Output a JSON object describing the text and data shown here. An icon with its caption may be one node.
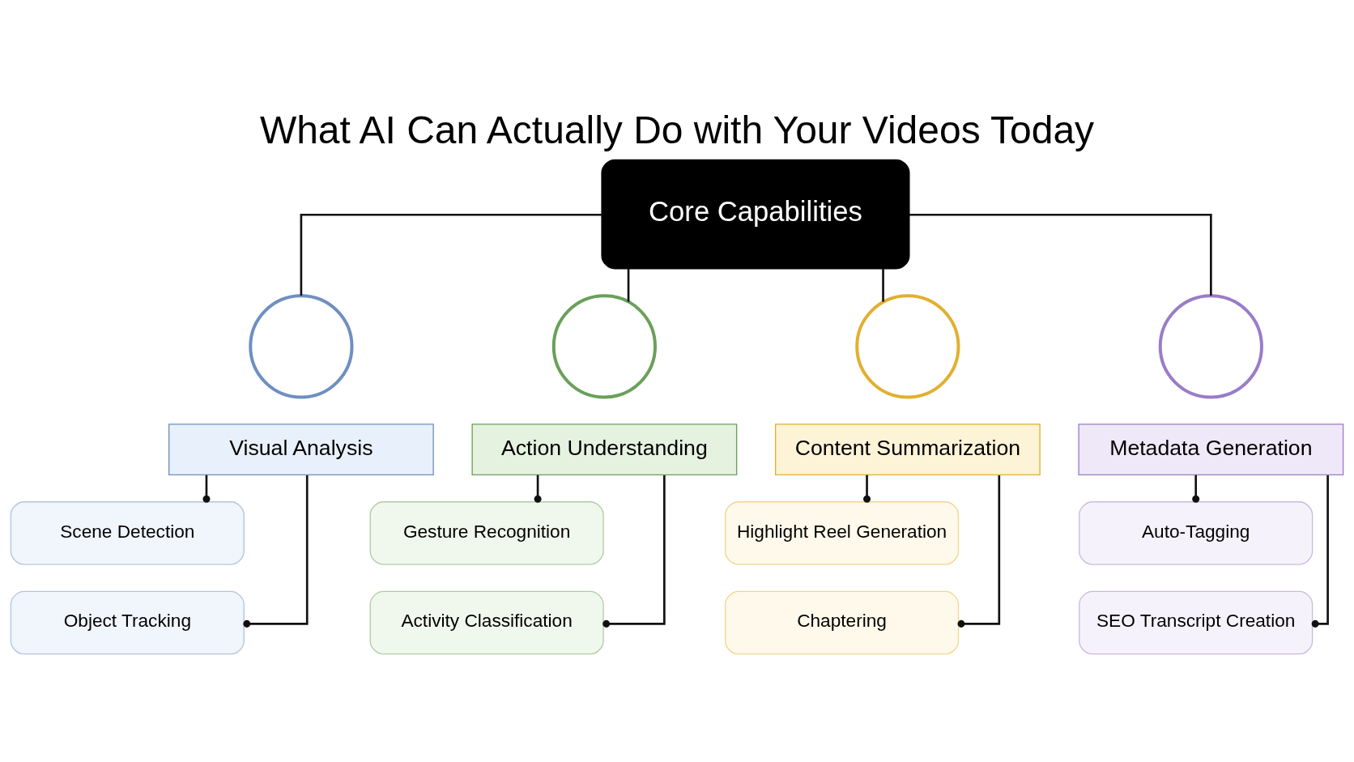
{
  "diagram": {
    "title": "What AI Can Actually Do with Your Videos Today",
    "nodes": [
      {
        "text": [
          "Core Capabilities"
        ]
      },
      {
        "text": [],
        "shape": "circle"
      },
      {
        "text": [
          "Visual Analysis"
        ]
      },
      {
        "text": [
          "Scene Detection"
        ]
      },
      {
        "text": [
          "Object Tracking"
        ]
      },
      {
        "text": [],
        "shape": "circle"
      },
      {
        "text": [
          "Action Understanding"
        ]
      },
      {
        "text": [
          "Gesture Recognition"
        ]
      },
      {
        "text": [
          "Activity Classification"
        ]
      },
      {
        "text": [],
        "shape": "circle"
      },
      {
        "text": [
          "Content Summarization"
        ]
      },
      {
        "text": [
          "Highlight Reel Generation"
        ]
      },
      {
        "text": [
          "Chaptering"
        ]
      },
      {
        "text": [],
        "shape": "circle"
      },
      {
        "text": [
          "Metadata Generation"
        ]
      },
      {
        "text": [
          "Auto-Tagging"
        ]
      },
      {
        "text": [
          "SEO Transcript Creation"
        ]
      }
    ],
    "edges": [
      {
        "from": 0,
        "to": 1,
        "arrow": "none"
      },
      {
        "from": 0,
        "to": 5,
        "arrow": "none"
      },
      {
        "from": 0,
        "to": 9,
        "arrow": "none"
      },
      {
        "from": 0,
        "to": 13,
        "arrow": "none"
      },
      {
        "from": 2,
        "to": 3,
        "arrow": "other"
      },
      {
        "from": 2,
        "to": 4,
        "arrow": "other"
      },
      {
        "from": 6,
        "to": 7,
        "arrow": "other"
      },
      {
        "from": 6,
        "to": 8,
        "arrow": "other"
      },
      {
        "from": 10,
        "to": 11,
        "arrow": "other"
      },
      {
        "from": 10,
        "to": 12,
        "arrow": "other"
      },
      {
        "from": 14,
        "to": 15,
        "arrow": "other"
      },
      {
        "from": 14,
        "to": 16,
        "arrow": "other"
      }
    ]
  }
}
